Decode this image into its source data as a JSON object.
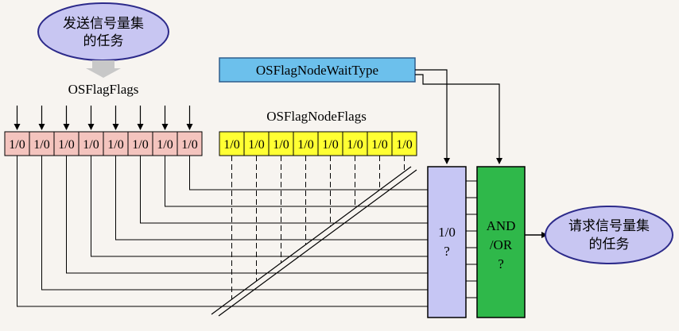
{
  "sender_task": {
    "line1": "发送信号量集",
    "line2": "的任务"
  },
  "receiver_task": {
    "line1": "请求信号量集",
    "line2": "的任务"
  },
  "flags_label": "OSFlagFlags",
  "node_flags_label": "OSFlagNodeFlags",
  "wait_type_label": "OSFlagNodeWaitType",
  "bit_label": "1/0",
  "compare_block": {
    "line1": "1/0",
    "line2": "?"
  },
  "logic_block": {
    "line1": "AND",
    "line2": "/OR",
    "line3": "?"
  },
  "bit_count": 8,
  "colors": {
    "ellipse_fill": "#c8c6f2",
    "ellipse_stroke": "#2c2a8a",
    "flags_cell": "#f4c4be",
    "node_flags_cell": "#ffff33",
    "wait_type_fill": "#6cc0ec",
    "compare_fill": "#c6c6f4",
    "logic_fill": "#2fb84a",
    "arrow_gray": "#c8c8c8",
    "line": "#000000"
  }
}
